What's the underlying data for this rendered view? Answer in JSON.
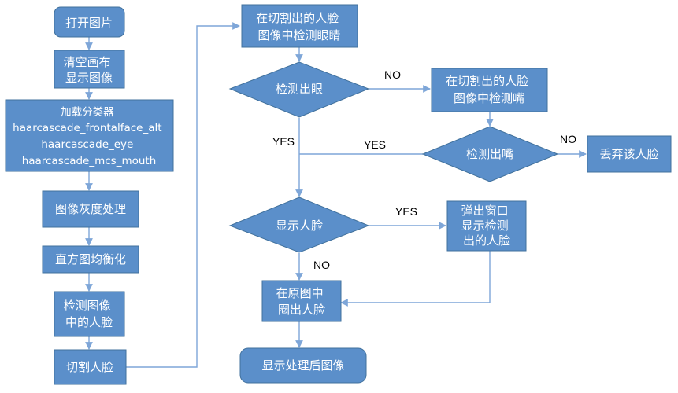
{
  "nodes": {
    "open_image": "打开图片",
    "clear_canvas": [
      "清空画布",
      "显示图像"
    ],
    "load_classifiers": [
      "加载分类器",
      "haarcascade_frontalface_alt",
      "haarcascade_eye",
      "haarcascade_mcs_mouth"
    ],
    "grayscale": "图像灰度处理",
    "hist_equalize": "直方图均衡化",
    "detect_faces": [
      "检测图像",
      "中的人脸"
    ],
    "crop_face": "切割人脸",
    "detect_eyes_in_crop": [
      "在切割出的人脸",
      "图像中检测眼睛"
    ],
    "eyes_detected": "检测出眼",
    "detect_mouth_in_crop": [
      "在切割出的人脸",
      "图像中检测嘴"
    ],
    "mouth_detected": "检测出嘴",
    "discard_face": "丢弃该人脸",
    "show_face": "显示人脸",
    "popup_window": [
      "弹出窗口",
      "显示检测",
      "出的人脸"
    ],
    "circle_face": [
      "在原图中",
      "圈出人脸"
    ],
    "show_result": "显示处理后图像"
  },
  "edge_labels": {
    "eyes_no": "NO",
    "eyes_yes": "YES",
    "mouth_yes": "YES",
    "mouth_no": "NO",
    "show_yes": "YES",
    "show_no": "NO"
  },
  "colors": {
    "node_fill": "#5b8fca",
    "node_stroke": "#41719c",
    "edge": "#7ea6d8"
  }
}
